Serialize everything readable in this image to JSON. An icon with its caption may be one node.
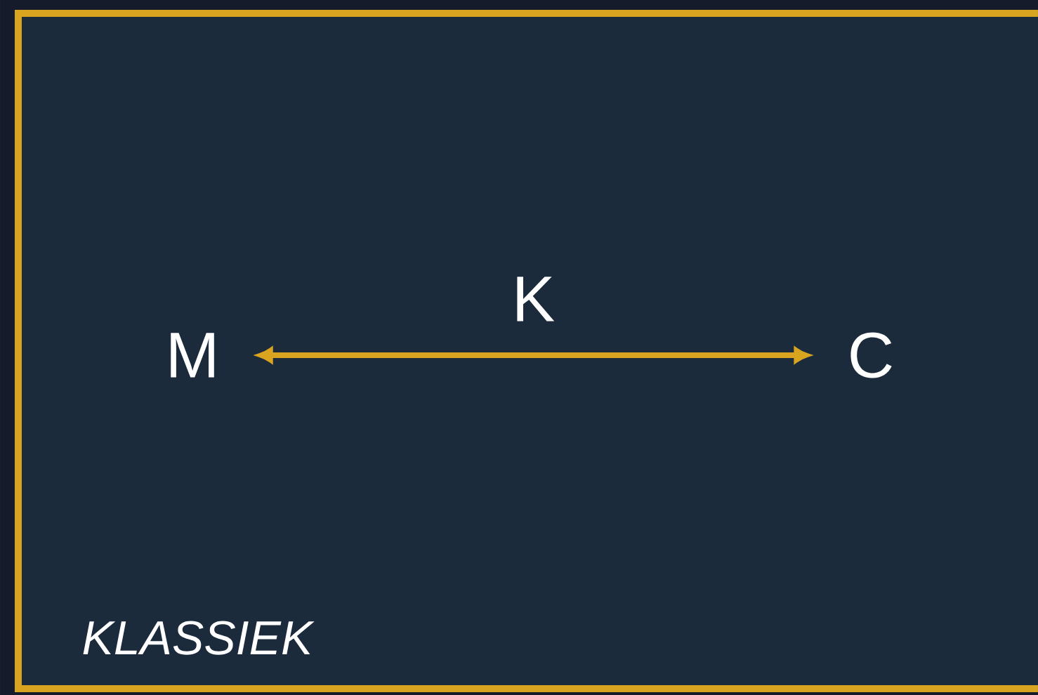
{
  "diagram": {
    "nodes": [
      {
        "text": [
          "KLASSIEK"
        ]
      },
      {
        "text": [
          "M"
        ],
        "in": 0
      },
      {
        "text": [
          "C"
        ],
        "in": 0
      }
    ],
    "edges": [
      {
        "from": 1,
        "to": 2,
        "arrow": "both",
        "label": "K"
      }
    ]
  }
}
